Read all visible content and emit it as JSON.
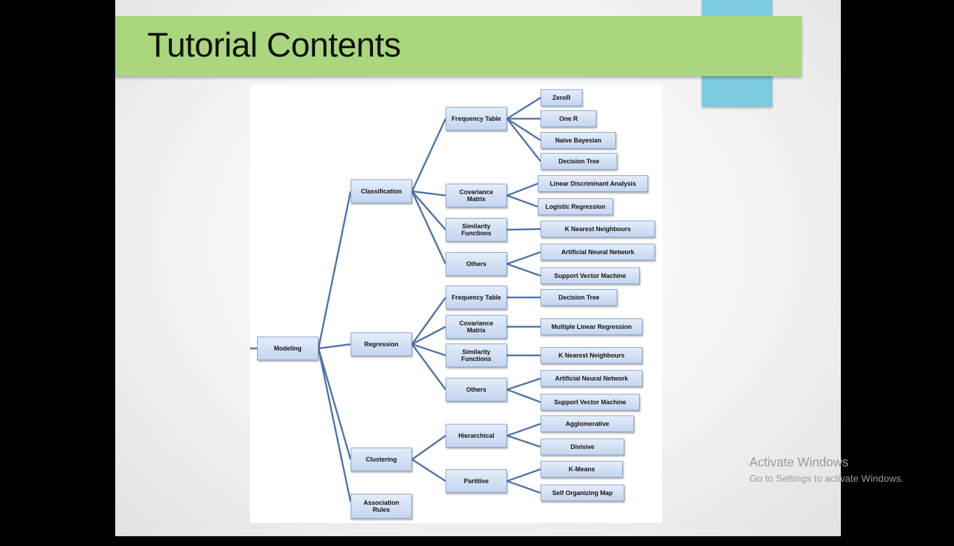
{
  "slide": {
    "title": "Tutorial Contents"
  },
  "diagram": {
    "root": "Modeling",
    "classification": {
      "label": "Classification",
      "frequency_table": {
        "label": "Frequency Table",
        "items": [
          "ZeroR",
          "One R",
          "Naive Bayesian",
          "Decision Tree"
        ]
      },
      "covariance_matrix": {
        "label": "Covariance\nMatrix",
        "items": [
          "Linear Discriminant Analysis",
          "Logistic Regression"
        ]
      },
      "similarity_functions": {
        "label": "Similarity\nFunctions",
        "items": [
          "K Nearest Neighbours"
        ]
      },
      "others": {
        "label": "Others",
        "items": [
          "Artificial Neural Network",
          "Support Vector Machine"
        ]
      }
    },
    "regression": {
      "label": "Regression",
      "frequency_table": {
        "label": "Frequency Table",
        "items": [
          "Decision Tree"
        ]
      },
      "covariance_matrix": {
        "label": "Covariance\nMatrix",
        "items": [
          "Multiple Linear Regression"
        ]
      },
      "similarity_functions": {
        "label": "Similarity\nFunctions",
        "items": [
          "K Nearest Neighbours"
        ]
      },
      "others": {
        "label": "Others",
        "items": [
          "Artificial Neural Network",
          "Support Vector Machine"
        ]
      }
    },
    "clustering": {
      "label": "Clustering",
      "hierarchical": {
        "label": "Hierarchical",
        "items": [
          "Agglomerative",
          "Divisive"
        ]
      },
      "partitive": {
        "label": "Partitive",
        "items": [
          "K-Means",
          "Self Organizing Map"
        ]
      }
    },
    "association": {
      "label": "Association\nRules"
    }
  },
  "watermark": {
    "title": "Activate Windows",
    "subtitle": "Go to Settings to activate Windows."
  },
  "colors": {
    "title_bar": "#a9d67f",
    "accent_block": "#7ccbe0",
    "connector": "#4f73a8"
  }
}
